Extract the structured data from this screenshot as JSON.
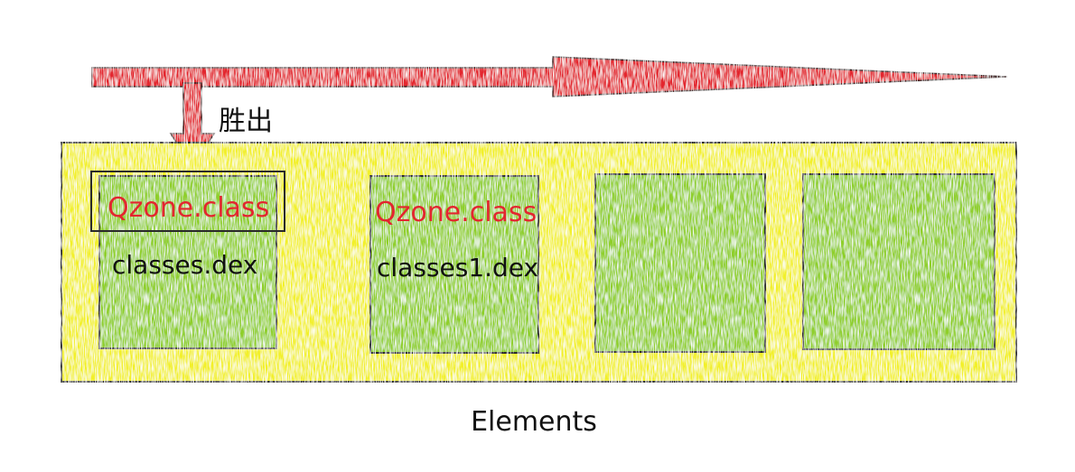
{
  "colors": {
    "arrow": "#e3262f",
    "container_fill": "#f2f02a",
    "box_fill": "#8fcf2c",
    "outline": "#2a2a2a",
    "class_text": "#e3262f",
    "dex_text": "#111111"
  },
  "winner_label": "胜出",
  "caption": "Elements",
  "elements": [
    {
      "class_name": "Qzone.class",
      "dex_name": "classes.dex",
      "highlighted": true
    },
    {
      "class_name": "Qzone.class",
      "dex_name": "classes1.dex",
      "highlighted": false
    },
    {
      "class_name": "",
      "dex_name": "",
      "highlighted": false
    },
    {
      "class_name": "",
      "dex_name": "",
      "highlighted": false
    }
  ]
}
